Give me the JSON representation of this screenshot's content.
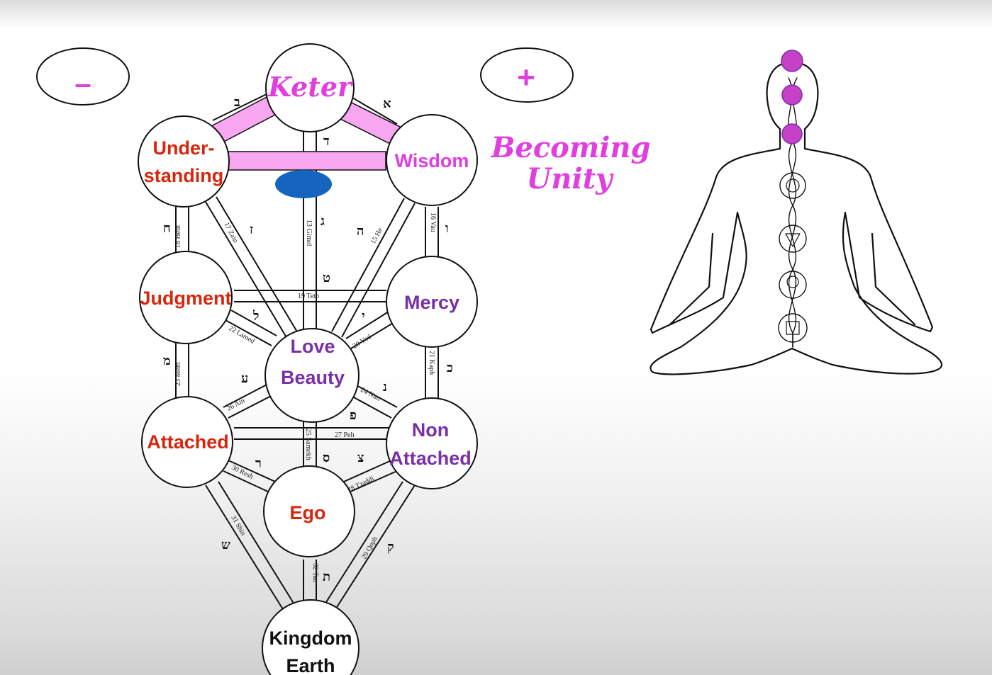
{
  "polarity": {
    "minus_symbol": "–",
    "plus_symbol": "+"
  },
  "caption": {
    "line1": "Becoming",
    "line2": "Unity"
  },
  "sefirot": {
    "keter": "Keter",
    "understanding_1": "Under-",
    "understanding_2": "standing",
    "wisdom": "Wisdom",
    "judgment": "Judgment",
    "mercy": "Mercy",
    "love_beauty_1": "Love",
    "love_beauty_2": "Beauty",
    "attached": "Attached",
    "non_attached_1": "Non",
    "non_attached_2": "Attached",
    "ego": "Ego",
    "kingdom_1": "Kingdom",
    "kingdom_2": "Earth"
  },
  "paths": {
    "p16": "16 Vau",
    "p15": "15 He",
    "p18": "18 Heth",
    "p17": "17 Zain",
    "p13": "13 Gimel",
    "p19": "19 Teth",
    "p22": "22 Lamed",
    "p20": "20 Yod",
    "p23": "23 Mem",
    "p21": "21 Kaph",
    "p26": "26 Ain",
    "p24": "24 Nun",
    "p27": "27 Peh",
    "p25": "25 Samekh",
    "p30": "30 Resh",
    "p28": "28 Tzaddi",
    "p31": "31 Shin",
    "p29": "29 Qoph",
    "p32": "32 Tau"
  },
  "letters": {
    "beth": "ב",
    "aleph": "א",
    "daleth": "ד",
    "heth": "ח",
    "zain": "ז",
    "gimel": "ג",
    "he": "ה",
    "vau": "ו",
    "teth": "ט",
    "lamed": "ל",
    "yod": "י",
    "mem": "מ",
    "kaph": "כ",
    "ain": "ע",
    "nun": "נ",
    "peh": "פ",
    "samekh": "ס",
    "resh": "ר",
    "tzaddi": "צ",
    "shin": "ש",
    "qoph": "ק",
    "tau": "ת"
  },
  "colors": {
    "keter_text": "#e13ee0",
    "red_text": "#d8260e",
    "purple_text": "#7a2fa6",
    "highlight_bar": "#f7a6f0",
    "daat_oval": "#1565c0",
    "chakra_dot": "#c640c8"
  }
}
